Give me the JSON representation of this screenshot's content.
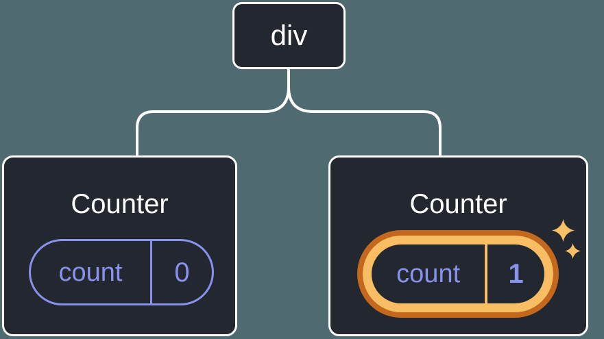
{
  "diagram": {
    "type": "component-tree",
    "colors": {
      "background": "#4f6a70",
      "node_fill": "#23272f",
      "node_border": "#ffffff",
      "state_purple": "#8891ec",
      "highlight_orange_outer": "#c3681c",
      "highlight_orange_inner": "#f9bd63",
      "sparkle": "#f8bf66",
      "text": "#ffffff"
    },
    "root": {
      "label": "div"
    },
    "children": [
      {
        "title": "Counter",
        "state_key": "count",
        "state_value": "0",
        "highlighted": false
      },
      {
        "title": "Counter",
        "state_key": "count",
        "state_value": "1",
        "highlighted": true
      }
    ]
  }
}
